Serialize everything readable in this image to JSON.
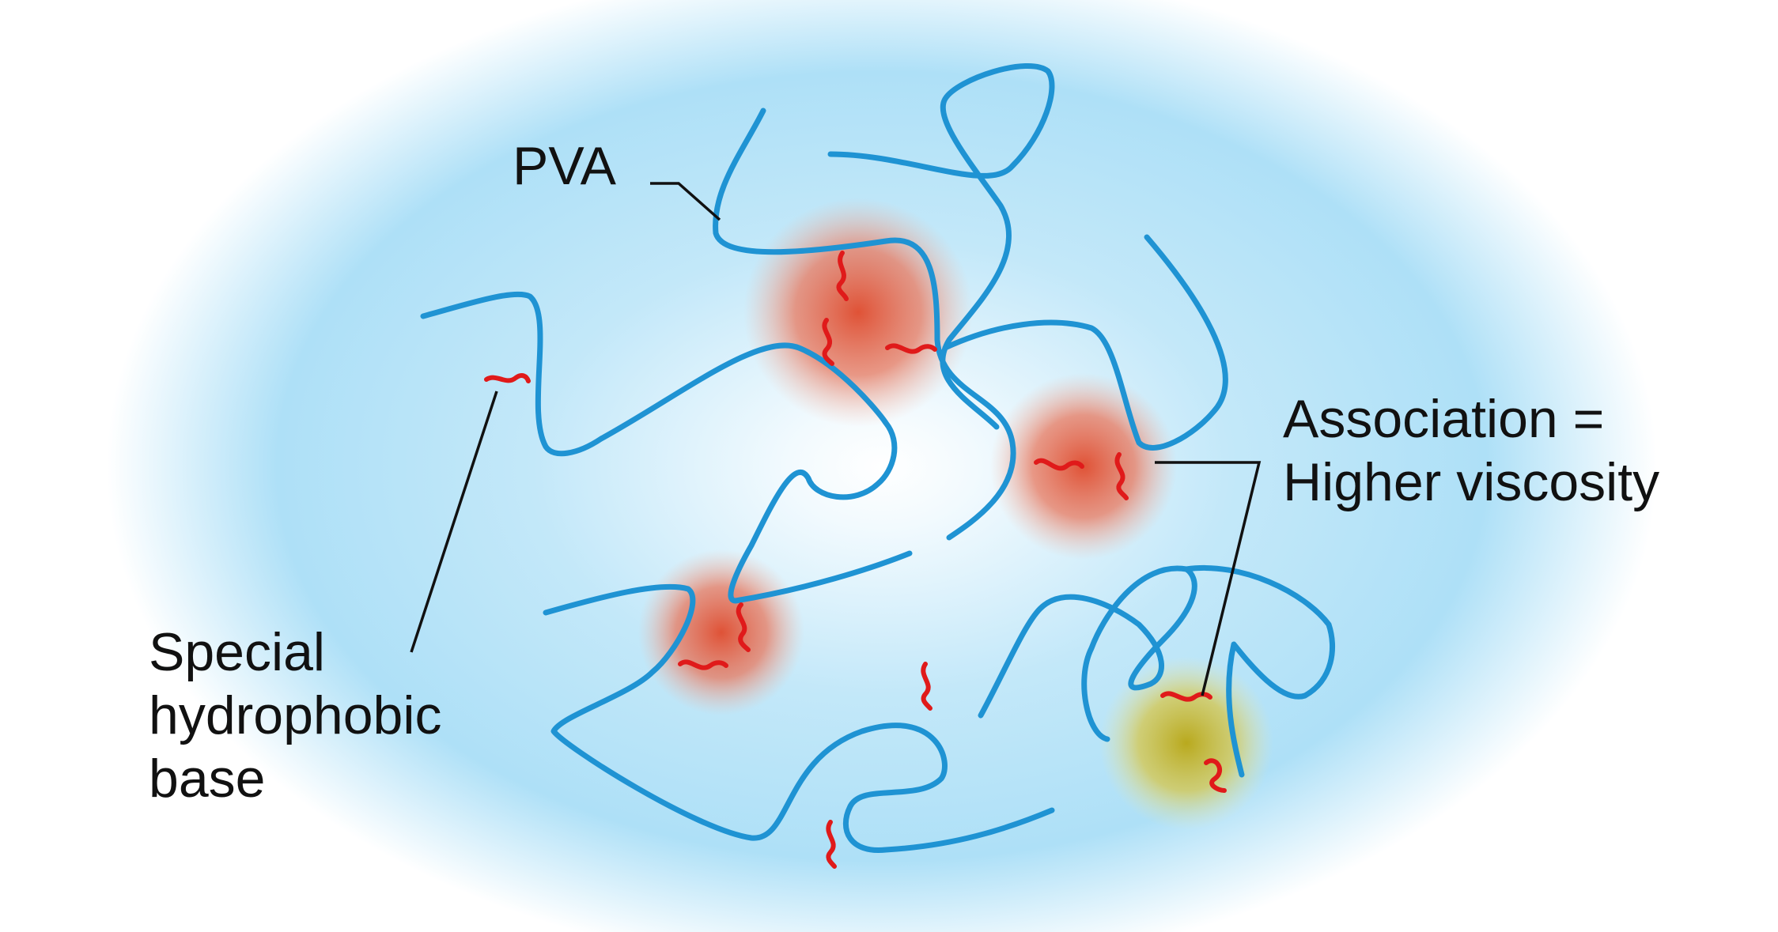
{
  "labels": {
    "pva": "PVA",
    "association_line1": "Association =",
    "association_line2": "Higher viscosity",
    "hydrophobic_line1": "Special",
    "hydrophobic_line2": "hydrophobic",
    "hydrophobic_line3": "base"
  },
  "colors": {
    "background_glow": "#aee0f7",
    "polymer_chain": "#1f93d3",
    "hydrophobic_group": "#e01a1a",
    "association_zone": "#e25a3c",
    "association_zone_alt": "#c6b21a",
    "leader_line": "#111111"
  }
}
